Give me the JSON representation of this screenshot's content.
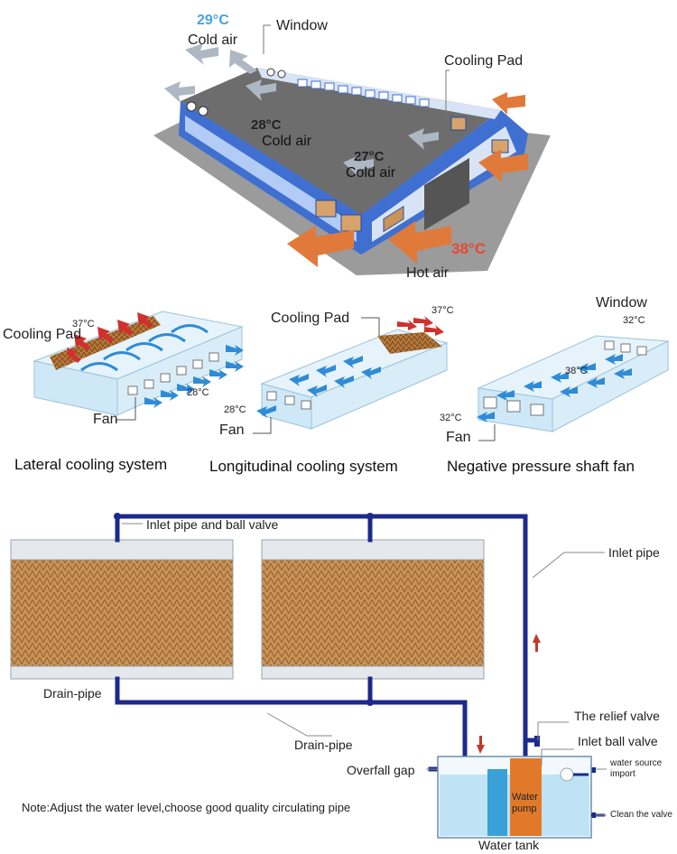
{
  "warehouse": {
    "temp_29": "29°C",
    "cold_air_1": "Cold air",
    "window": "Window",
    "cooling_pad": "Cooling Pad",
    "temp_28": "28°C",
    "cold_air_2": "Cold air",
    "temp_27": "27°C",
    "cold_air_3": "Cold air",
    "temp_38": "38°C",
    "hot_air": "Hot air"
  },
  "systems": {
    "lateral": {
      "cooling_pad": "Cooling Pad",
      "temp_37": "37°C",
      "temp_28": "28°C",
      "fan": "Fan",
      "caption": "Lateral cooling system"
    },
    "longitudinal": {
      "cooling_pad": "Cooling Pad",
      "temp_37": "37°C",
      "temp_28": "28°C",
      "fan": "Fan",
      "caption": "Longitudinal cooling system"
    },
    "negative": {
      "window": "Window",
      "temp_32_top": "32°C",
      "temp_38": "38°C",
      "temp_32_left": "32°C",
      "fan": "Fan",
      "caption": "Negative pressure shaft fan"
    }
  },
  "plumbing": {
    "inlet_pipe_ball_valve": "Inlet pipe and ball valve",
    "inlet_pipe": "Inlet pipe",
    "drain_pipe_left": "Drain-pipe",
    "drain_pipe_mid": "Drain-pipe",
    "relief_valve": "The relief valve",
    "inlet_ball_valve": "Inlet ball valve",
    "water_source_import": "water source\nimport",
    "overfall_gap": "Overfall gap",
    "water_pump": "Water\npump",
    "clean_valve": "Clean the valve",
    "water_tank": "Water tank",
    "note": "Note:Adjust the water level,choose good quality circulating pipe"
  },
  "colors": {
    "wall_blue": "#3f6fd1",
    "roof_gray": "#6f6f6f",
    "pipe_navy": "#1c2a8c",
    "arrow_orange": "#e07a3a",
    "arrow_blue": "#2f8bd6",
    "arrow_red": "#d0312d",
    "pad_tan": "#c9935a",
    "tank_blue": "#bfe3f5"
  }
}
